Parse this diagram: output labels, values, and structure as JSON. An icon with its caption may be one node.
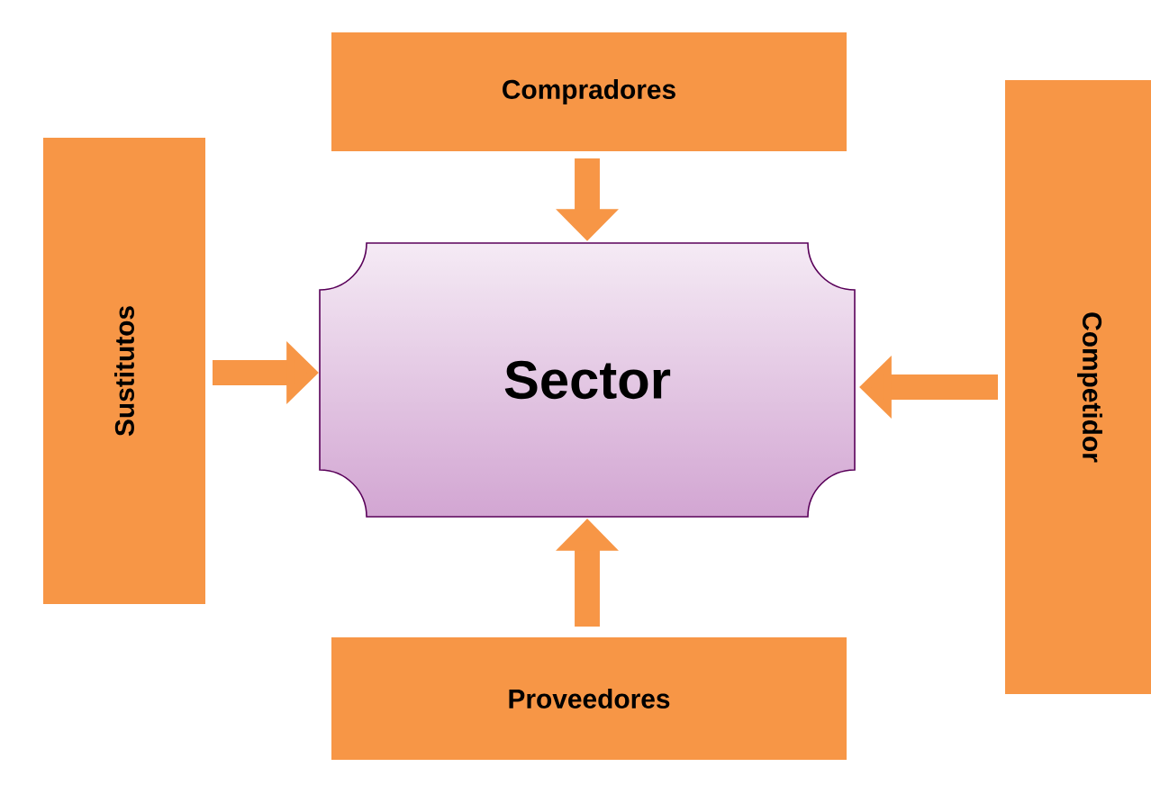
{
  "diagram": {
    "nodes": [
      {
        "text": [
          "Sector"
        ]
      },
      {
        "text": [
          "Compradores"
        ]
      },
      {
        "text": [
          "Sustitutos"
        ]
      },
      {
        "text": [
          "Competidor"
        ]
      },
      {
        "text": [
          "Proveedores"
        ]
      }
    ],
    "edges": [
      {
        "from": 1,
        "to": 0,
        "arrow": "to"
      },
      {
        "from": 2,
        "to": 0,
        "arrow": "to"
      },
      {
        "from": 3,
        "to": 0,
        "arrow": "to"
      },
      {
        "from": 4,
        "to": 0,
        "arrow": "to"
      }
    ]
  }
}
